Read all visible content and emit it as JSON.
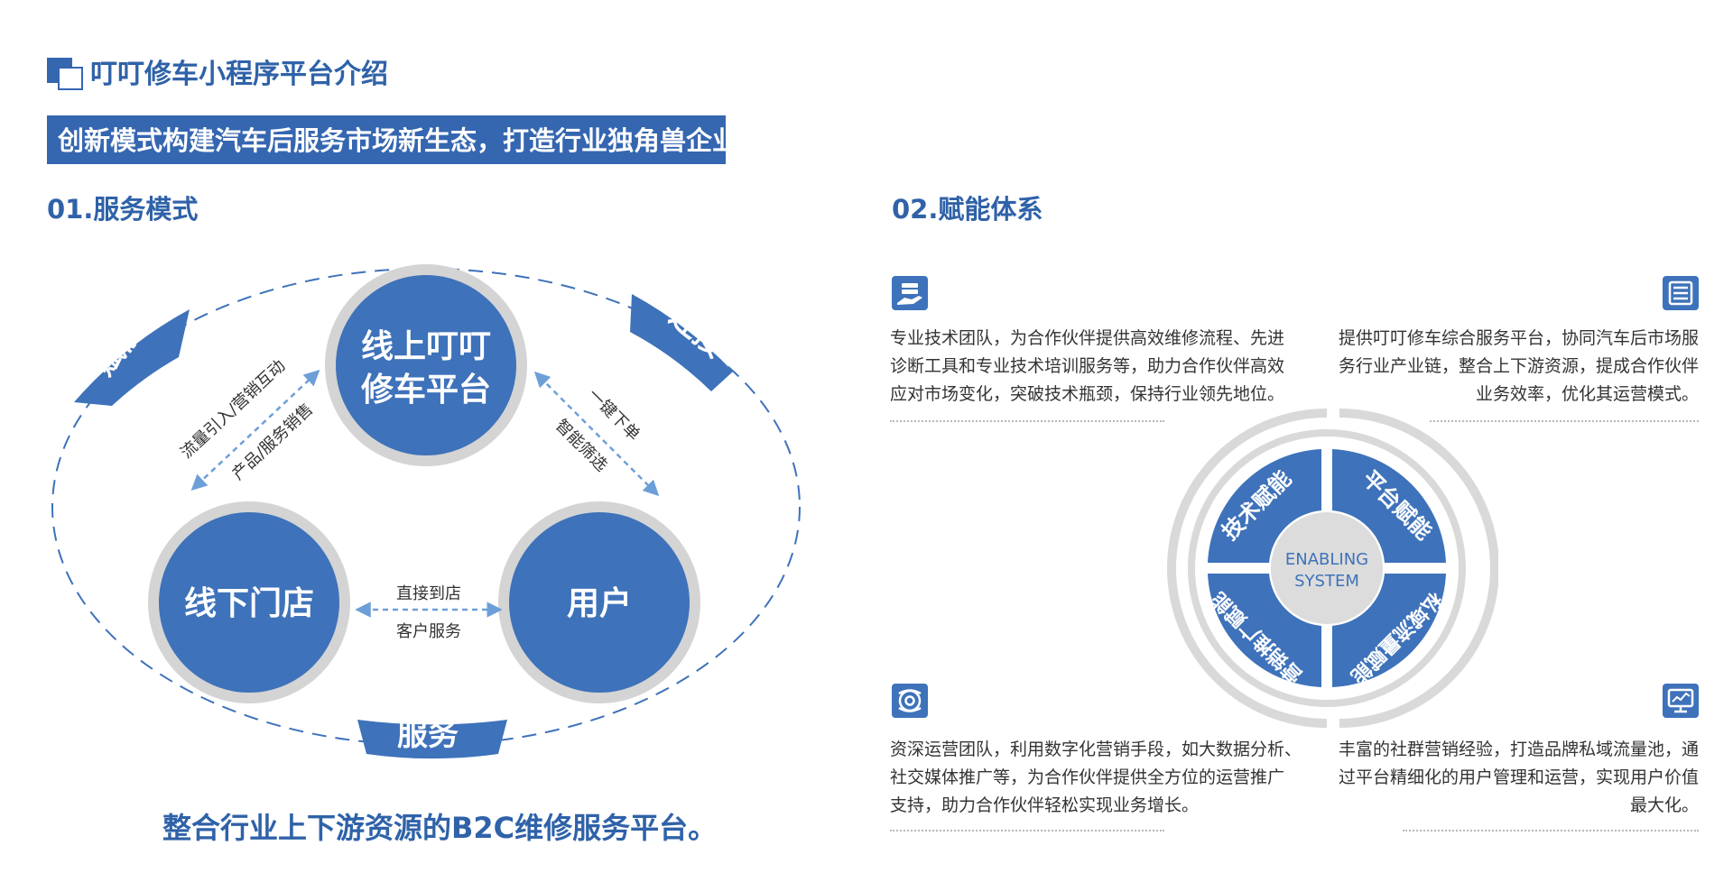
{
  "header": {
    "title": "叮叮修车小程序平台介绍",
    "banner": "创新模式构建汽车后服务市场新生态，打造行业独角兽企业！"
  },
  "colors": {
    "primary": "#3e72ba",
    "dark_blue": "#2f62a8",
    "ring_gray": "#d9d9d9",
    "center_gray": "#dcdcdc"
  },
  "service_model": {
    "heading": "01.服务模式",
    "nodes": {
      "online": "线上叮叮修车平台",
      "offline": "线下门店",
      "user": "用户"
    },
    "arc_labels": {
      "empower": "赋能",
      "connect": "连接",
      "service": "服务"
    },
    "arrow_labels": {
      "left_1": "流量引入/营销互动",
      "left_2": "产品/服务销售",
      "right_1": "一键下单",
      "right_2": "智能筛选",
      "bottom_1": "直接到店",
      "bottom_2": "客户服务"
    },
    "tagline": "整合行业上下游资源的B2C维修服务平台。"
  },
  "enabling_system": {
    "heading": "02.赋能体系",
    "center_line1": "ENABLING",
    "center_line2": "SYSTEM",
    "segments": {
      "tech": "技术赋能",
      "platform": "平台赋能",
      "private": "私域流量赋能",
      "marketing": "营销推广赋能"
    },
    "icons": {
      "top_left": "tech-service-icon",
      "top_right": "platform-list-icon",
      "bottom_left": "operation-gear-icon",
      "bottom_right": "monitor-chart-icon"
    },
    "desc_top_left": {
      "line1": "专业技术团队，为合作伙伴提供高效维修流程、先进",
      "line2": "诊断工具和专业技术培训服务等，助力合作伙伴高效",
      "line3": "应对市场变化，突破技术瓶颈，保持行业领先地位。"
    },
    "desc_top_right": {
      "line1": "提供叮叮修车综合服务平台，协同汽车后市场服",
      "line2": "务行业产业链，整合上下游资源，提成合作伙伴",
      "line3": "业务效率，优化其运营模式。"
    },
    "desc_bottom_left": {
      "line1": "资深运营团队，利用数字化营销手段，如大数据分析、",
      "line2": "社交媒体推广等，为合作伙伴提供全方位的运营推广",
      "line3": "支持，助力合作伙伴轻松实现业务增长。"
    },
    "desc_bottom_right": {
      "line1": "丰富的社群营销经验，打造品牌私域流量池，通",
      "line2": "过平台精细化的用户管理和运营，实现用户价值",
      "line3": "最大化。"
    }
  }
}
